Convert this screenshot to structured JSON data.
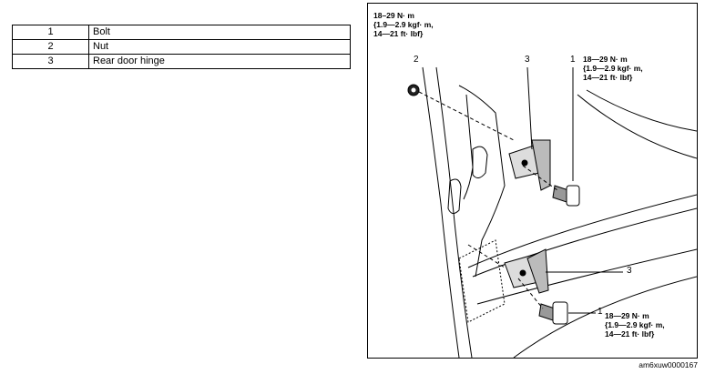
{
  "table": {
    "rows": [
      {
        "num": "1",
        "name": "Bolt"
      },
      {
        "num": "2",
        "name": "Nut"
      },
      {
        "num": "3",
        "name": "Rear door hinge"
      }
    ]
  },
  "figure": {
    "torque_top_left": [
      "18–29  N· m",
      "{1.9—2.9  kgf· m,",
      "14—21  ft· lbf}"
    ],
    "torque_top_right": [
      "18—29  N· m",
      "{1.9—2.9  kgf· m,",
      "14—21  ft· lbf}"
    ],
    "torque_bottom": [
      "18—29  N· m",
      "{1.9—2.9  kgf· m,",
      "14—21  ft· lbf}"
    ],
    "callout_nut": "2",
    "callout_hinge_top": "3",
    "callout_bolt_top": "1",
    "callout_hinge_bottom": "3",
    "callout_bolt_bottom": "1",
    "code": "am6xuw0000167"
  }
}
